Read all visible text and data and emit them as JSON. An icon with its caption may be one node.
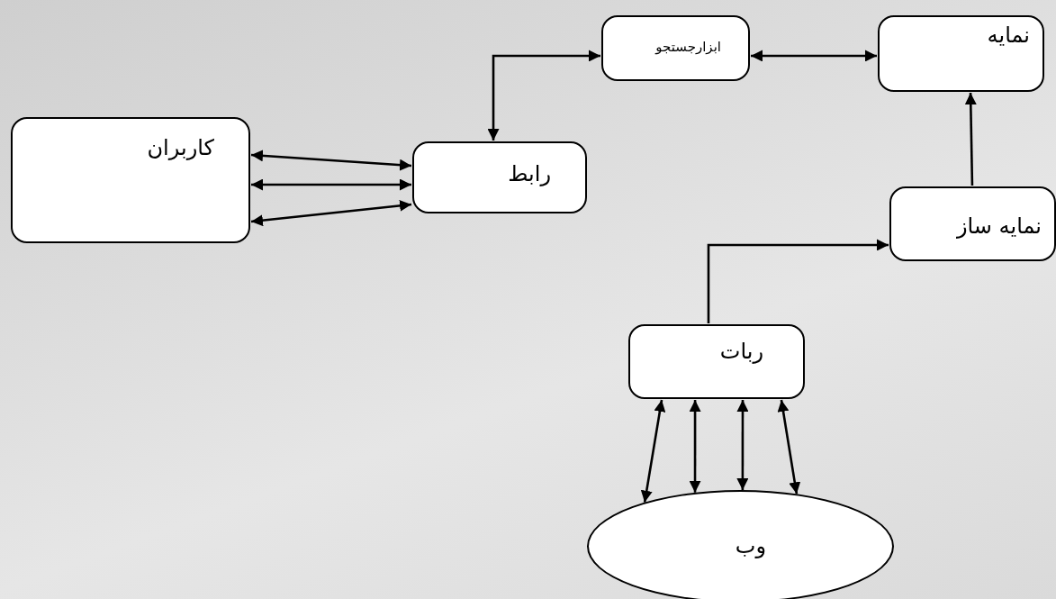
{
  "diagram": {
    "nodes": [
      {
        "text": [
          "کاربران"
        ]
      },
      {
        "text": [
          "رابط"
        ]
      },
      {
        "text": [
          "ابزارجستجو"
        ]
      },
      {
        "text": [
          "نمایه"
        ]
      },
      {
        "text": [
          "نمایه ساز"
        ]
      },
      {
        "text": [
          "ربات"
        ]
      },
      {
        "text": [
          "وب"
        ]
      }
    ],
    "edges": [
      {
        "from": 0,
        "to": 1,
        "arrow": "both"
      },
      {
        "from": 0,
        "to": 1,
        "arrow": "both"
      },
      {
        "from": 0,
        "to": 1,
        "arrow": "both"
      },
      {
        "from": 1,
        "to": 2,
        "arrow": "both"
      },
      {
        "from": 2,
        "to": 3,
        "arrow": "both"
      },
      {
        "from": 4,
        "to": 3,
        "arrow": "to"
      },
      {
        "from": 5,
        "to": 4,
        "arrow": "to"
      },
      {
        "from": 5,
        "to": 6,
        "arrow": "both"
      },
      {
        "from": 5,
        "to": 6,
        "arrow": "both"
      },
      {
        "from": 5,
        "to": 6,
        "arrow": "both"
      },
      {
        "from": 5,
        "to": 6,
        "arrow": "both"
      }
    ]
  }
}
